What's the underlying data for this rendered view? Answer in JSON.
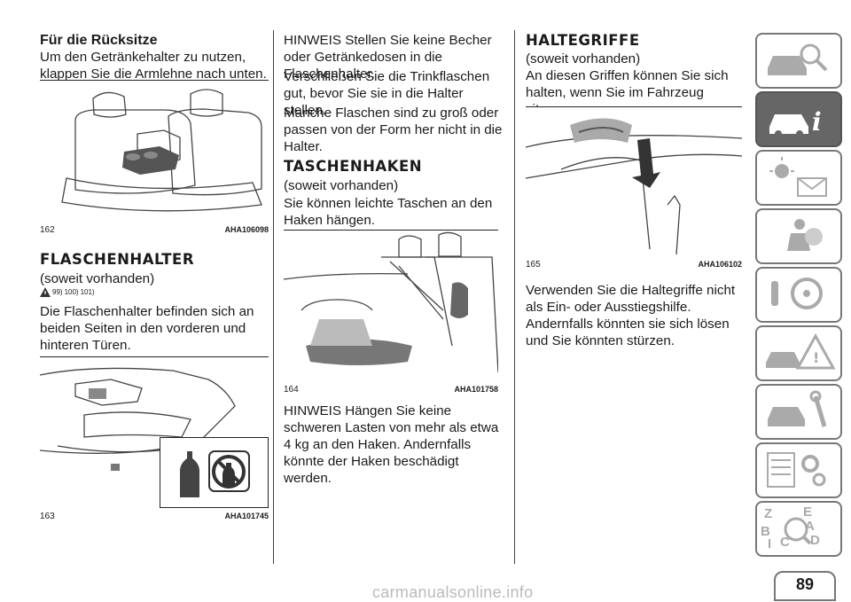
{
  "col1": {
    "subheading": "Für die Rücksitze",
    "intro": "Um den Getränkehalter zu nutzen, klappen Sie die Armlehne nach unten.",
    "fig1": {
      "num": "162",
      "code": "AHA106098"
    },
    "heading": "FLASCHENHALTER",
    "avail": "(soweit vorhanden)",
    "warnrefs": [
      "99)",
      "100)",
      "101)"
    ],
    "body": "Die Flaschenhalter befinden sich an beiden Seiten in den vorderen und hinteren Türen.",
    "fig2": {
      "num": "163",
      "code": "AHA101745"
    }
  },
  "col2": {
    "note1": "HINWEIS Stellen Sie keine Becher oder Getränkedosen in die Flaschenhalter.",
    "p1": "Verschließen Sie die Trinkflaschen gut, bevor Sie sie in die Halter stellen.",
    "p2": "Manche Flaschen sind zu groß oder passen von der Form her nicht in die Halter.",
    "heading": "TASCHENHAKEN",
    "avail": "(soweit vorhanden)",
    "body": "Sie können leichte Taschen an den Haken hängen.",
    "fig": {
      "num": "164",
      "code": "AHA101758"
    },
    "note2": "HINWEIS Hängen Sie keine schweren Lasten von mehr als etwa 4 kg an den Haken. Andernfalls könnte der Haken beschädigt werden."
  },
  "col3": {
    "heading": "HALTEGRIFFE",
    "avail": "(soweit vorhanden)",
    "body": "An diesen Griffen können Sie sich halten, wenn Sie im Fahrzeug sitzen.",
    "fig": {
      "num": "165",
      "code": "AHA106102"
    },
    "note": "Verwenden Sie die Haltegriffe nicht als Ein- oder Ausstiegshilfe. Andernfalls könnten sie sich lösen und Sie könnten stürzen."
  },
  "sidebar": {
    "tabs": [
      "car-magnifier-icon",
      "car-info-icon",
      "warning-lights-icon",
      "airbag-person-icon",
      "steering-key-icon",
      "car-warning-triangle-icon",
      "car-wrench-icon",
      "specs-gears-icon",
      "alphabet-index-icon"
    ],
    "active_index": 1,
    "index_letters": [
      "Z",
      "E",
      "A",
      "B",
      "C",
      "D",
      "I"
    ]
  },
  "page_number": "89",
  "watermark": "carmanualsonline.info"
}
